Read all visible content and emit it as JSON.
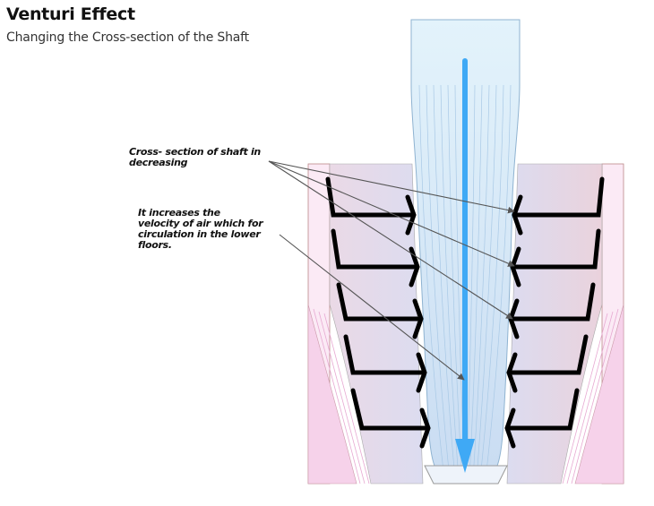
{
  "header": {
    "title": "Venturi Effect",
    "subtitle": "Changing the Cross-section of the Shaft"
  },
  "annotations": {
    "note1": "Cross- section of shaft in decreasing",
    "note2": "It increases the velocity of air which for circulation in the lower floors."
  },
  "colors": {
    "shaft": "#cfe9f8",
    "airflow_arrow": "#3fa9f5",
    "floor_bars": "#000000",
    "outer_wall": "#f6d6ec",
    "pointer_lines": "#555555"
  }
}
